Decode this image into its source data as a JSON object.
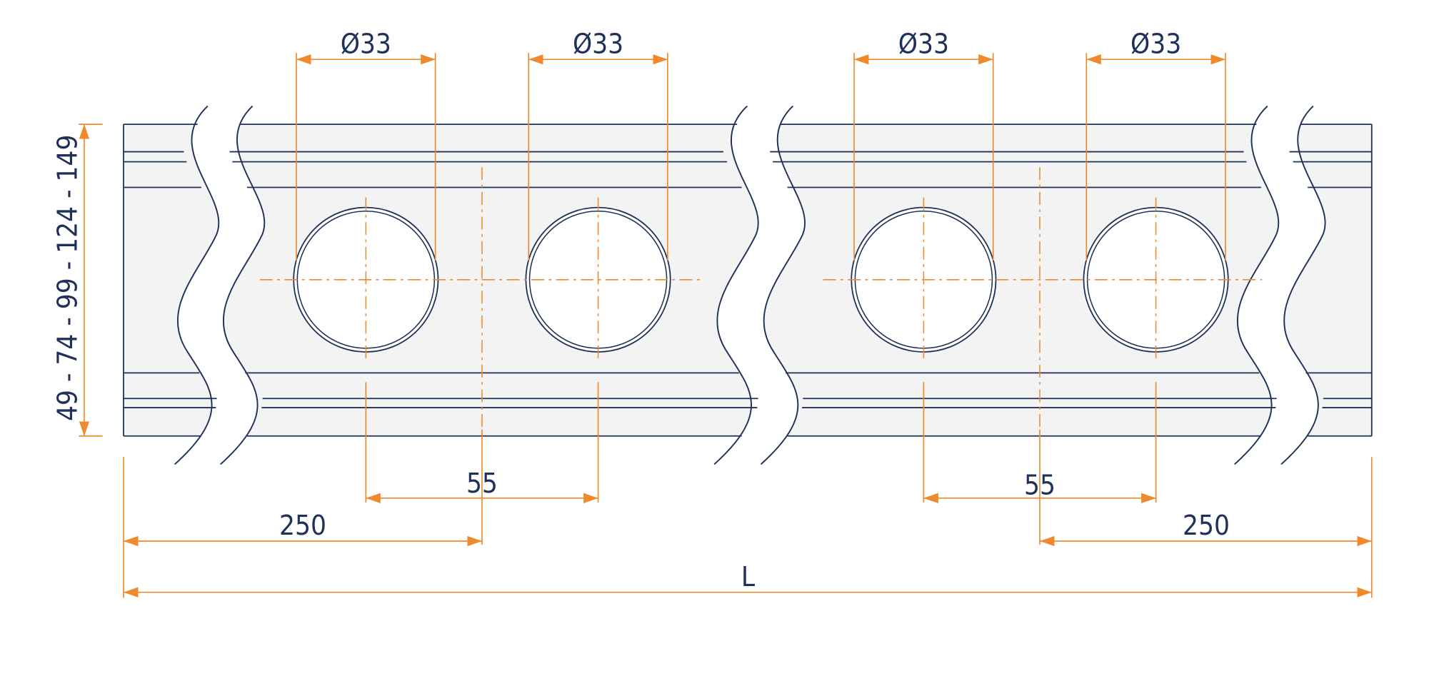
{
  "colors": {
    "outline": "#1f3158",
    "dimension": "#ee8a2c",
    "fill": "#f3f3f4",
    "background": "#ffffff"
  },
  "labels": {
    "hole_diameter": "Ø33",
    "hole_spacing": "55",
    "end_offset": "250",
    "total_length": "L",
    "height_options": "49 - 74 - 99 - 124 - 149"
  }
}
